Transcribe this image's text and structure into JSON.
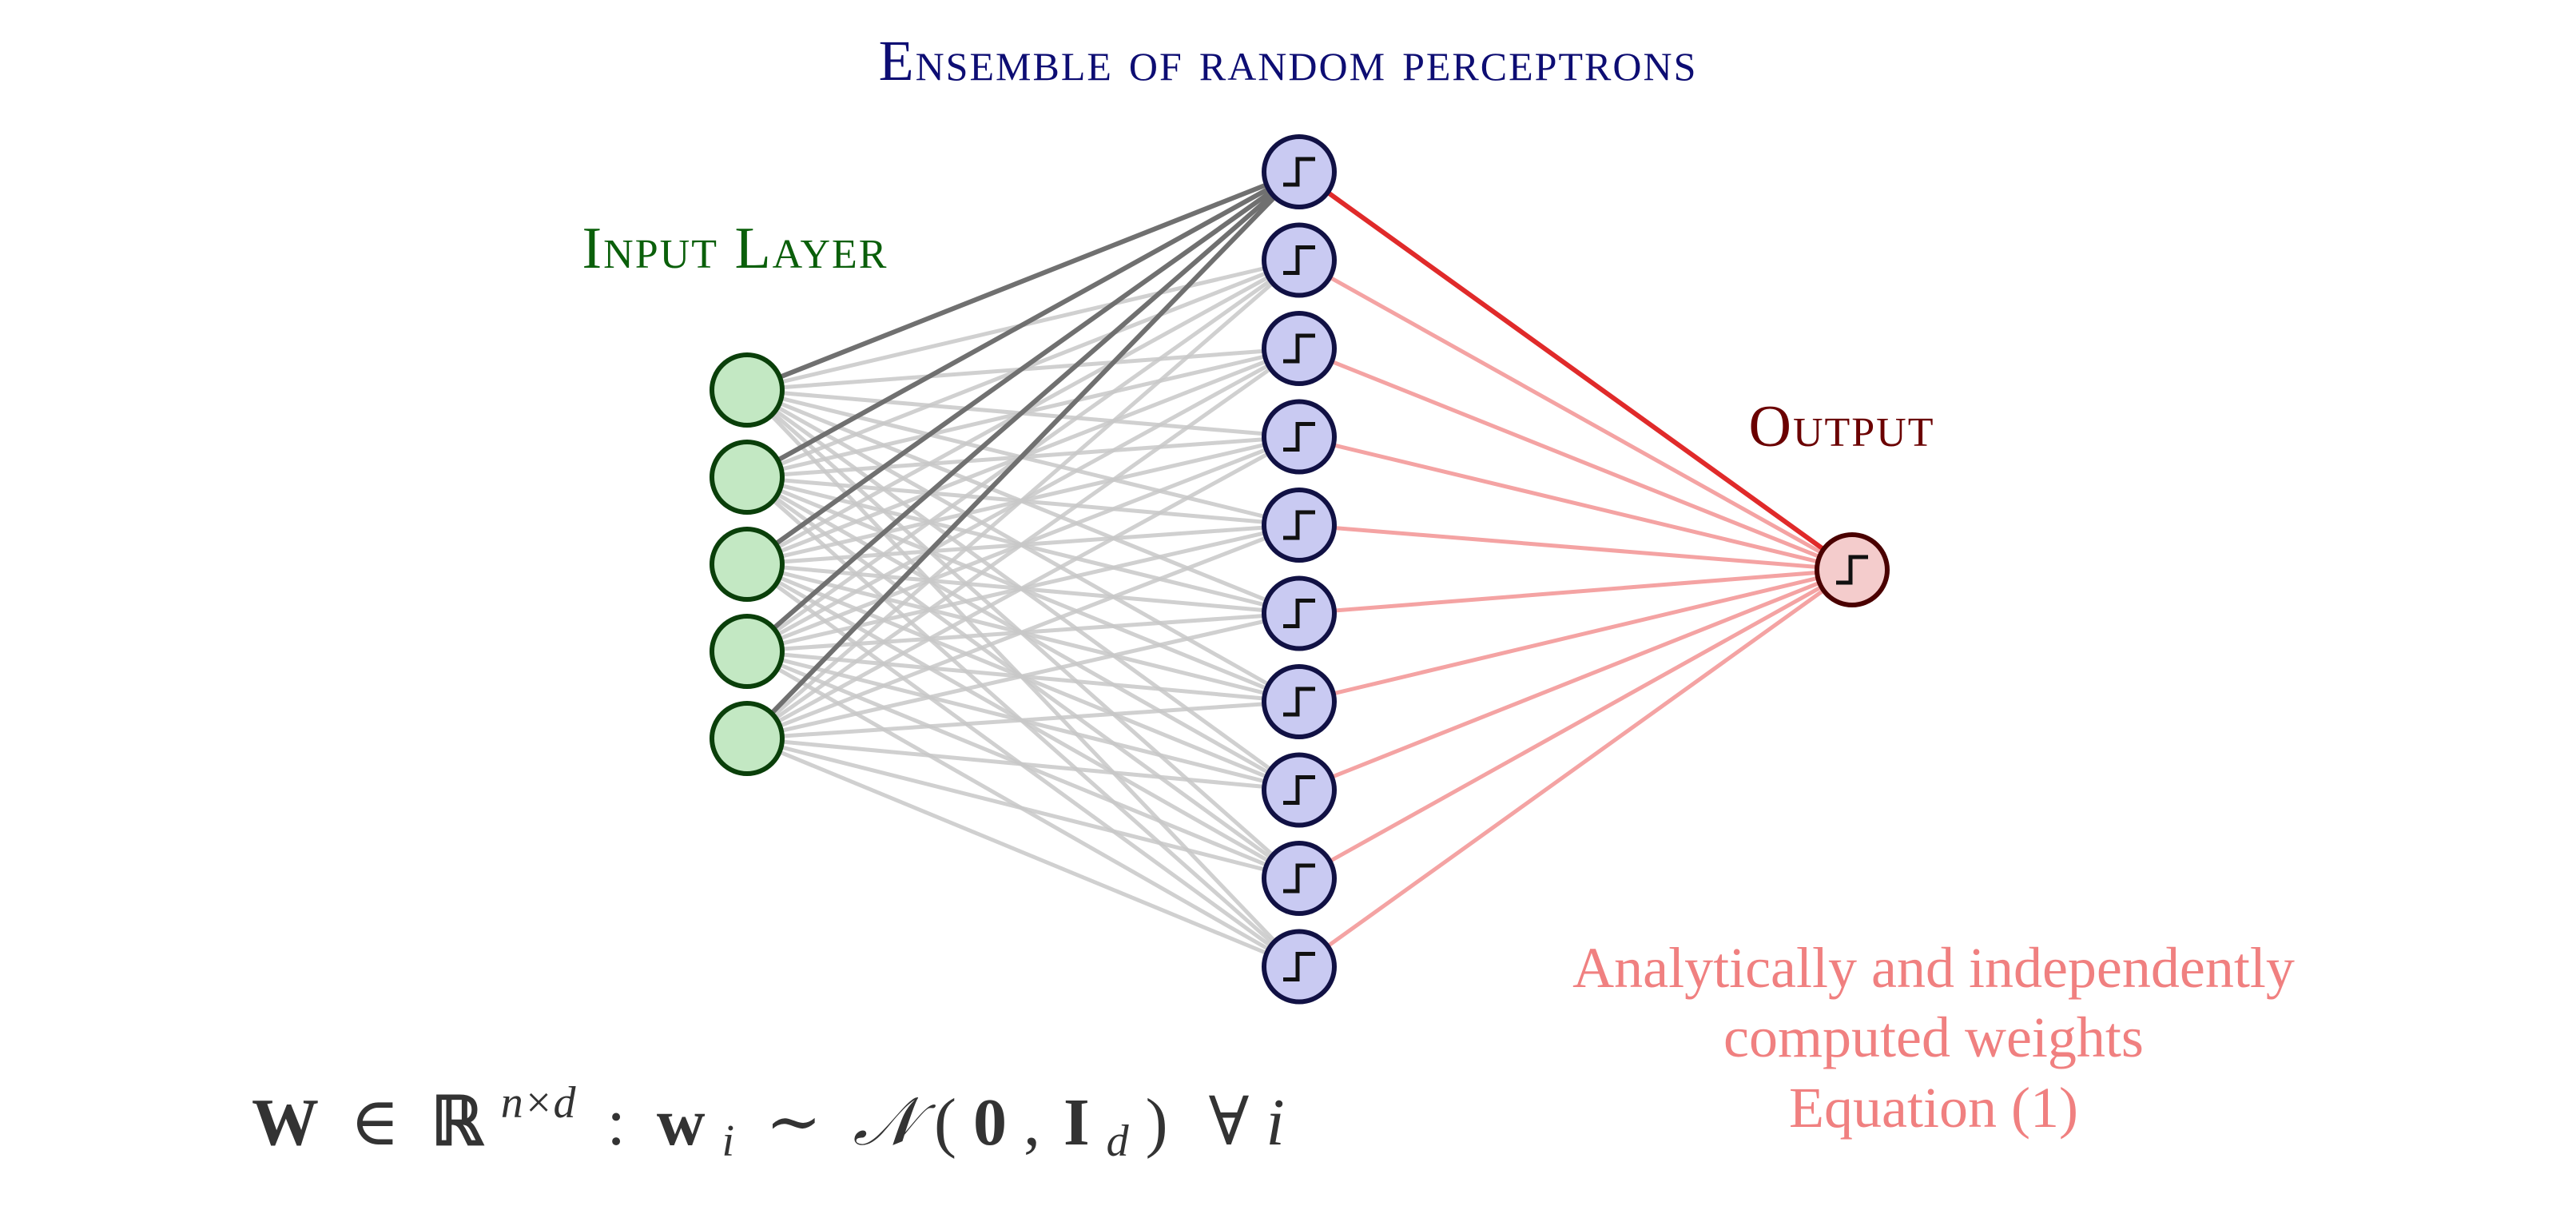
{
  "title": "Ensemble of random perceptrons",
  "input_label": "Input Layer",
  "output_label": "Output",
  "annotation": {
    "line1": "Analytically and independently",
    "line2": "computed weights",
    "line3": "Equation (1)"
  },
  "formula": {
    "W": "W",
    "in": "∈",
    "R": "ℝ",
    "exp": "n×d",
    "colon": ":",
    "w": "w",
    "sub_i": "i",
    "sim": "∼",
    "N": "𝒩",
    "open": "(",
    "zero": "0",
    "comma": ",",
    "I": "I",
    "sub_d": "d",
    "close": ")",
    "forall": "∀",
    "i": "i"
  },
  "network": {
    "input_count": 5,
    "hidden_count": 10,
    "output_count": 1,
    "highlighted_hidden_index": 0
  },
  "colors": {
    "title": "#0d0d73",
    "input_label": "#0a5f0a",
    "output_label": "#6b0000",
    "annotation": "#f08080",
    "formula": "#333333",
    "input_fill": "#c3e8c3",
    "input_stroke": "#0a3f0a",
    "hidden_fill": "#c9caf2",
    "hidden_stroke": "#111144",
    "output_fill": "#f4cccc",
    "output_stroke": "#4a0000",
    "edge_dim": "#c8c8c8",
    "edge_dark": "#707070",
    "edge_out": "#f4a3a3",
    "edge_out_strong": "#e02a2a"
  }
}
